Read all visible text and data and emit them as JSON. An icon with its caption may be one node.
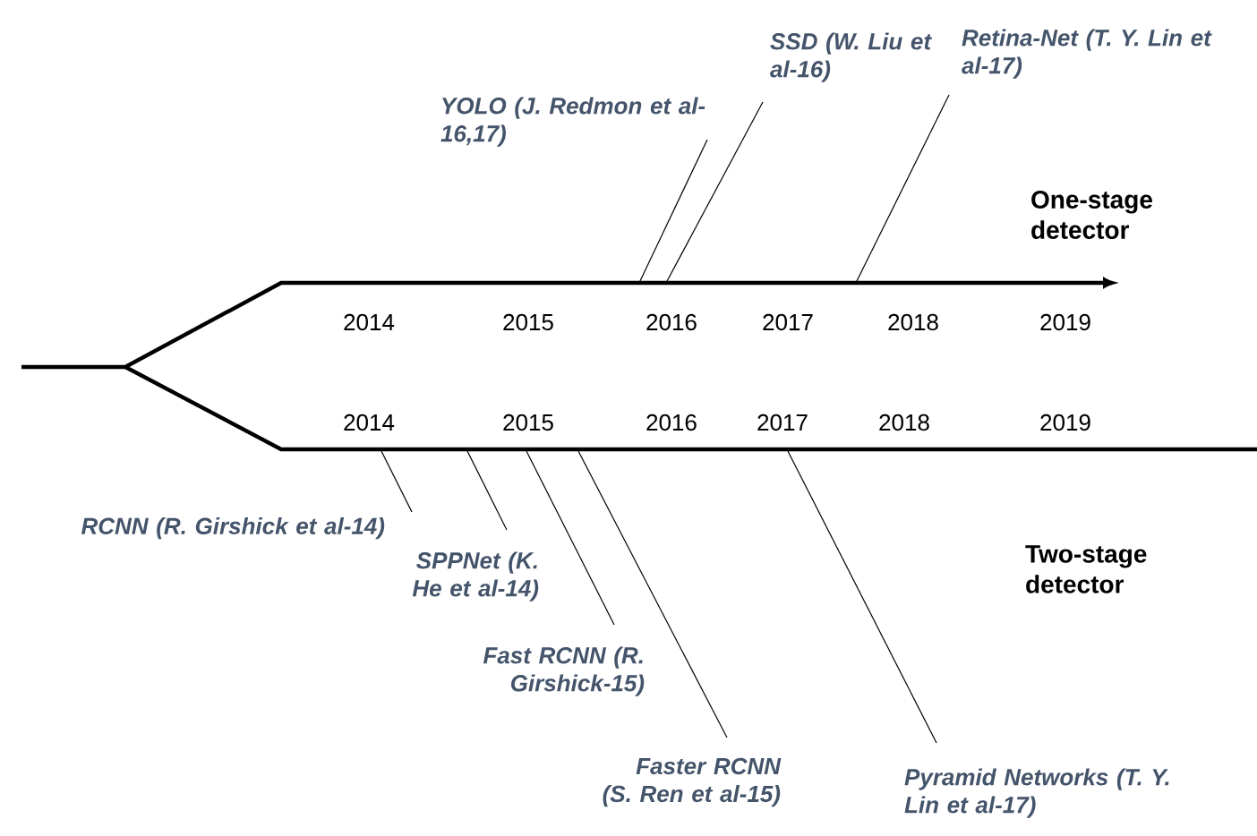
{
  "diagram": {
    "nodes": [
      {
        "text": [
          "YOLO (J. Redmon et al-16,17)"
        ]
      },
      {
        "text": [
          "SSD (W. Liu et al-16)"
        ]
      },
      {
        "text": [
          "Retina-Net (T. Y. Lin et al-17)"
        ]
      },
      {
        "text": [
          "RCNN (R. Girshick et al-14)"
        ]
      },
      {
        "text": [
          "SPPNet (K. He et al-14)"
        ]
      },
      {
        "text": [
          "Fast RCNN (R. Girshick-15)"
        ]
      },
      {
        "text": [
          "Faster RCNN (S. Ren et al-15)"
        ]
      },
      {
        "text": [
          "Pyramid Networks (T. Y. Lin et al-17)"
        ]
      }
    ],
    "edges": [
      {
        "from": 0,
        "to": null,
        "arrow": "none"
      },
      {
        "from": 1,
        "to": null,
        "arrow": "none"
      },
      {
        "from": 2,
        "to": null,
        "arrow": "none"
      },
      {
        "from": 3,
        "to": null,
        "arrow": "none"
      },
      {
        "from": 4,
        "to": null,
        "arrow": "none"
      },
      {
        "from": 5,
        "to": null,
        "arrow": "none"
      },
      {
        "from": 6,
        "to": null,
        "arrow": "none"
      },
      {
        "from": 7,
        "to": null,
        "arrow": "none"
      }
    ],
    "labels": [
      "One-stage detector",
      "2014",
      "2015",
      "2016",
      "2017",
      "2018",
      "2019",
      "2014",
      "2015",
      "2016",
      "2017",
      "2018",
      "2019",
      "Two-stage detector"
    ]
  }
}
